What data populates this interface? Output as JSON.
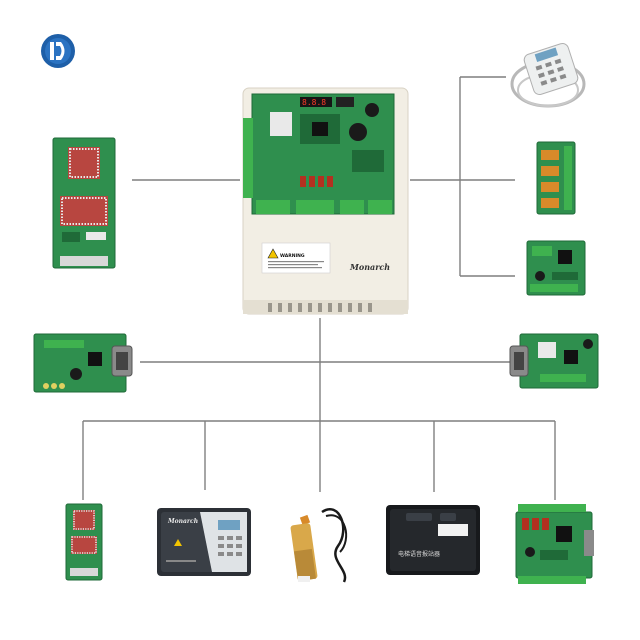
{
  "logo": {
    "name": "brand-logo",
    "color": "#1e5fa8"
  },
  "controller": {
    "brand_label": "Monarch",
    "warning_label": "WARNING"
  },
  "cabinet": {
    "brand_label": "Monarch"
  },
  "voice_box": {
    "label": "电梯语音报站器"
  },
  "colors": {
    "line": "#7f7f7f",
    "pcb": "#2f8f4e",
    "pcb_dark": "#1f6a38",
    "cabinet_body": "#f2eee4",
    "cabinet_white": "#ffffff",
    "matrix_dot": "#e8e8e8",
    "connector_green": "#3fb24f",
    "orange_part": "#d88a2a"
  },
  "devices": [
    "main-controller",
    "dot-matrix-display-board",
    "handheld-operator-keypad",
    "relay-extension-board",
    "car-top-board",
    "communication-board-left",
    "communication-board-right",
    "small-display-board",
    "remote-monitor-box",
    "proximity-sensor",
    "voice-announcer-box",
    "io-extension-board"
  ]
}
